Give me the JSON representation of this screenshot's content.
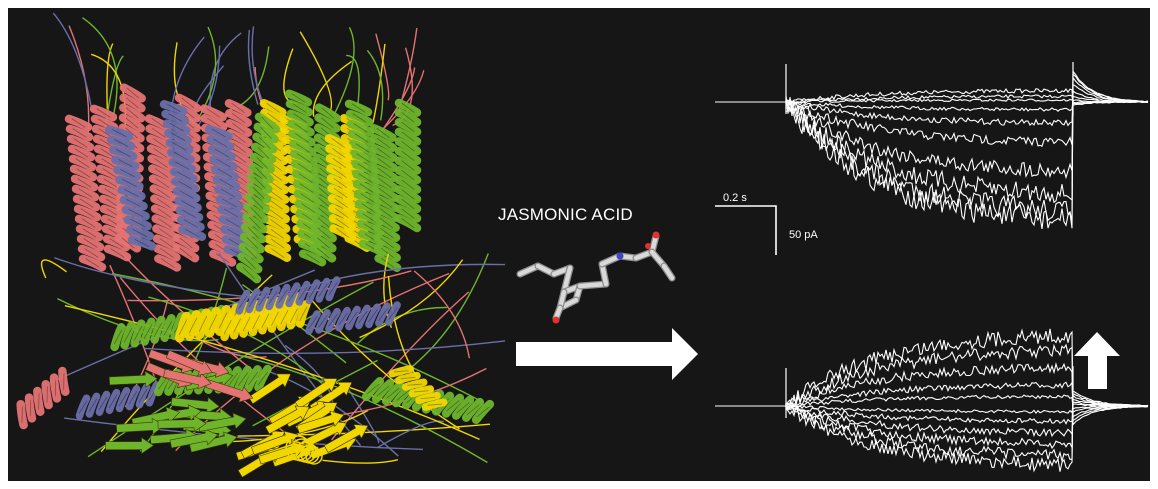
{
  "figure": {
    "compound_label": "JASMONIC ACID",
    "scale_bar": {
      "time_label": "0.2 s",
      "current_label": "50 pA"
    },
    "colors": {
      "background": "#161616",
      "trace": "#ffffff",
      "helix_salmon": "#e57373",
      "helix_slate": "#6a6fa8",
      "helix_green": "#6fb52c",
      "helix_yellow": "#f2d600",
      "oxygen": "#e23030",
      "nitrogen": "#3c46c8",
      "carbon": "#d9d9d9"
    },
    "icons": [
      "protein-structure",
      "molecule-model",
      "right-arrow-icon",
      "up-arrow-icon"
    ]
  }
}
